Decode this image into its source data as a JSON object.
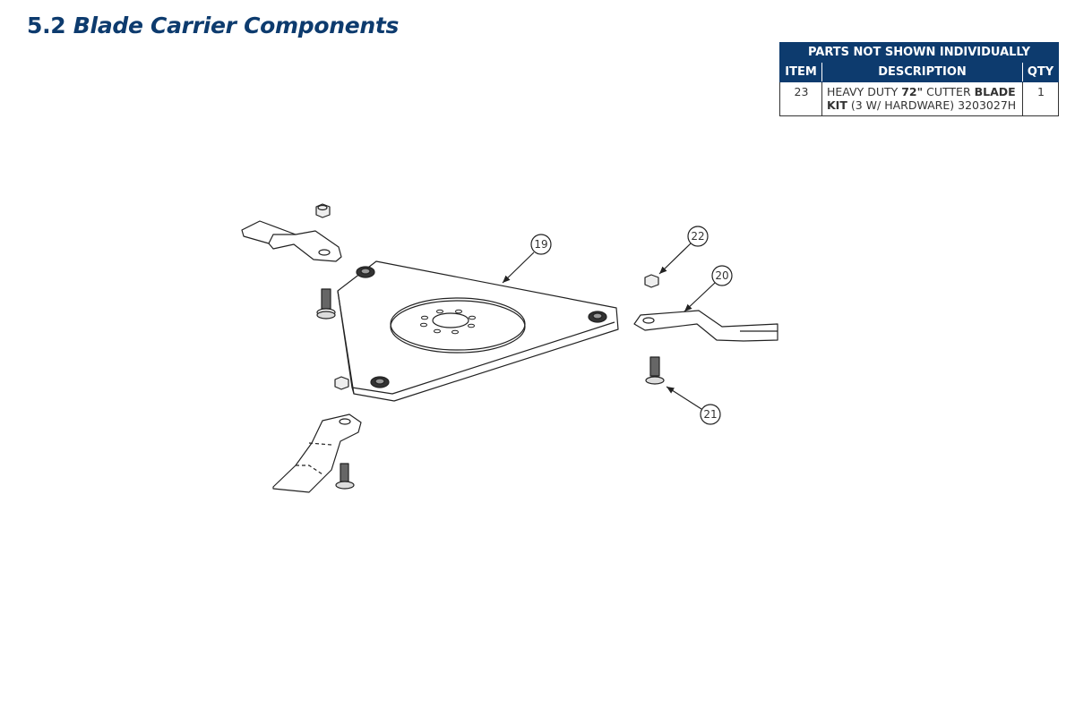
{
  "page": {
    "section_number": "5.2",
    "section_title": "Blade Carrier Components"
  },
  "parts_table": {
    "caption": "PARTS NOT SHOWN INDIVIDUALLY",
    "headers": [
      "ITEM",
      "DESCRIPTION",
      "QTY"
    ],
    "rows": [
      {
        "item": "23",
        "description_parts": [
          "HEAVY DUTY ",
          "72\"",
          " CUTTER ",
          "BLADE KIT",
          " (3 W/ HARDWARE) 3203027H"
        ],
        "qty": "1"
      }
    ]
  },
  "diagram": {
    "callouts": [
      {
        "id": "19",
        "label": "19",
        "part": "blade-carrier-plate"
      },
      {
        "id": "20",
        "label": "20",
        "part": "cutter-blade"
      },
      {
        "id": "21",
        "label": "21",
        "part": "blade-bolt"
      },
      {
        "id": "22",
        "label": "22",
        "part": "lock-nut"
      }
    ],
    "colors": {
      "line": "#222222",
      "fill": "#ffffff",
      "accent": "#0d3b6e"
    }
  }
}
